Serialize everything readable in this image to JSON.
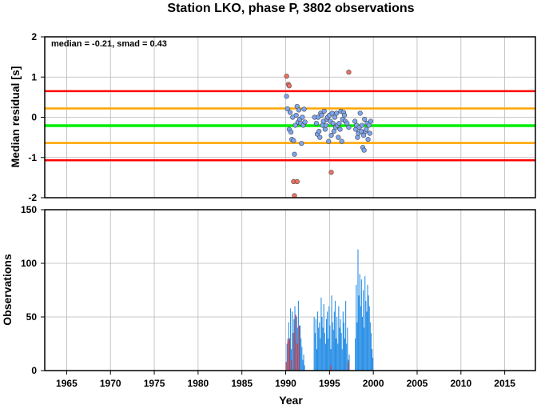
{
  "chart_data": [
    {
      "type": "scatter",
      "title": "Station LKO, phase P, 3802 observations",
      "annotation": "median = -0.21, smad = 0.43",
      "ylabel": "Median residual [s]",
      "xlim": [
        1962.5,
        2018.5
      ],
      "ylim": [
        -2,
        2
      ],
      "y_ticks": [
        2,
        1,
        0,
        -1,
        -2
      ],
      "grid": true,
      "reference_lines": [
        {
          "value": -0.21,
          "color": "#00ee00",
          "role": "median"
        },
        {
          "value": 0.22,
          "color": "#ffa500",
          "role": "median+1smad"
        },
        {
          "value": -0.64,
          "color": "#ffa500",
          "role": "median-1smad"
        },
        {
          "value": 0.65,
          "color": "#ff0000",
          "role": "median+2smad"
        },
        {
          "value": -1.07,
          "color": "#ff0000",
          "role": "median-2smad"
        }
      ],
      "series": [
        {
          "color": "#7ea6f0",
          "points": [
            [
              1990.1,
              0.52
            ],
            [
              1990.2,
              0.21
            ],
            [
              1990.4,
              -0.3
            ],
            [
              1990.5,
              0.12
            ],
            [
              1990.6,
              -0.37
            ],
            [
              1990.7,
              -0.55
            ],
            [
              1990.8,
              0.0
            ],
            [
              1990.9,
              -0.58
            ],
            [
              1991.0,
              -0.92
            ],
            [
              1991.1,
              -0.2
            ],
            [
              1991.2,
              0.05
            ],
            [
              1991.3,
              0.27
            ],
            [
              1991.4,
              -0.12
            ],
            [
              1991.5,
              0.18
            ],
            [
              1991.6,
              -0.05
            ],
            [
              1991.7,
              -0.15
            ],
            [
              1991.8,
              -0.65
            ],
            [
              1991.9,
              0.0
            ],
            [
              1992.0,
              -0.2
            ],
            [
              1992.1,
              0.2
            ],
            [
              1992.2,
              -0.12
            ],
            [
              1993.3,
              0.0
            ],
            [
              1993.5,
              -0.15
            ],
            [
              1993.6,
              -0.42
            ],
            [
              1993.7,
              0.0
            ],
            [
              1993.8,
              -0.35
            ],
            [
              1993.9,
              -0.5
            ],
            [
              1994.0,
              0.1
            ],
            [
              1994.1,
              0.05
            ],
            [
              1994.2,
              -0.2
            ],
            [
              1994.3,
              -0.1
            ],
            [
              1994.4,
              0.15
            ],
            [
              1994.5,
              -0.3
            ],
            [
              1994.6,
              -0.2
            ],
            [
              1994.7,
              -0.05
            ],
            [
              1994.8,
              0.0
            ],
            [
              1994.9,
              -0.6
            ],
            [
              1995.0,
              0.05
            ],
            [
              1995.1,
              -0.1
            ],
            [
              1995.2,
              -0.45
            ],
            [
              1995.3,
              0.1
            ],
            [
              1995.4,
              -0.15
            ],
            [
              1995.5,
              -0.35
            ],
            [
              1995.6,
              0.0
            ],
            [
              1995.7,
              -0.25
            ],
            [
              1995.8,
              0.1
            ],
            [
              1995.9,
              -0.2
            ],
            [
              1996.0,
              -0.5
            ],
            [
              1996.1,
              -0.15
            ],
            [
              1996.2,
              -0.3
            ],
            [
              1996.3,
              0.15
            ],
            [
              1996.4,
              -0.6
            ],
            [
              1996.5,
              -0.05
            ],
            [
              1996.6,
              0.12
            ],
            [
              1996.7,
              0.05
            ],
            [
              1996.8,
              -0.1
            ],
            [
              1997.0,
              -0.15
            ],
            [
              1997.2,
              -0.25
            ],
            [
              1997.9,
              -0.1
            ],
            [
              1998.0,
              -0.3
            ],
            [
              1998.1,
              -0.2
            ],
            [
              1998.2,
              -0.5
            ],
            [
              1998.3,
              -0.4
            ],
            [
              1998.4,
              -0.25
            ],
            [
              1998.5,
              0.1
            ],
            [
              1998.6,
              -0.35
            ],
            [
              1998.7,
              -0.2
            ],
            [
              1998.8,
              -0.75
            ],
            [
              1998.9,
              -0.45
            ],
            [
              1999.0,
              -0.05
            ],
            [
              1999.1,
              -0.35
            ],
            [
              1999.2,
              -0.3
            ],
            [
              1999.3,
              -0.15
            ],
            [
              1999.4,
              -0.55
            ],
            [
              1999.5,
              -0.2
            ],
            [
              1999.6,
              -0.4
            ],
            [
              1999.7,
              -0.1
            ],
            [
              1998.95,
              -0.82
            ]
          ]
        },
        {
          "color": "#f07060",
          "points": [
            [
              1990.1,
              1.02
            ],
            [
              1990.3,
              0.82
            ],
            [
              1990.4,
              0.78
            ],
            [
              1990.9,
              -1.6
            ],
            [
              1991.0,
              -1.95
            ],
            [
              1991.3,
              -1.6
            ],
            [
              1995.2,
              -1.37
            ],
            [
              1997.2,
              1.12
            ]
          ]
        }
      ]
    },
    {
      "type": "bar",
      "xlabel": "Year",
      "ylabel": "Observations",
      "xlim": [
        1962.5,
        2018.5
      ],
      "ylim": [
        0,
        150
      ],
      "x_ticks": [
        1965,
        1970,
        1975,
        1980,
        1985,
        1990,
        1995,
        2000,
        2005,
        2010,
        2015
      ],
      "y_ticks": [
        150,
        100,
        50,
        0
      ],
      "grid": true,
      "series": [
        {
          "color": "#2b90e6",
          "bars": [
            [
              1990.0,
              8
            ],
            [
              1990.1,
              25
            ],
            [
              1990.2,
              30
            ],
            [
              1990.3,
              45
            ],
            [
              1990.4,
              12
            ],
            [
              1990.5,
              58
            ],
            [
              1990.6,
              20
            ],
            [
              1990.7,
              55
            ],
            [
              1990.8,
              35
            ],
            [
              1990.9,
              48
            ],
            [
              1991.0,
              60
            ],
            [
              1991.1,
              28
            ],
            [
              1991.2,
              50
            ],
            [
              1991.3,
              40
            ],
            [
              1991.4,
              65
            ],
            [
              1991.5,
              18
            ],
            [
              1991.6,
              42
            ],
            [
              1991.7,
              30
            ],
            [
              1991.8,
              22
            ],
            [
              1991.9,
              10
            ],
            [
              1992.0,
              15
            ],
            [
              1992.1,
              5
            ],
            [
              1993.2,
              50
            ],
            [
              1993.3,
              35
            ],
            [
              1993.4,
              48
            ],
            [
              1993.5,
              20
            ],
            [
              1993.6,
              55
            ],
            [
              1993.7,
              40
            ],
            [
              1993.8,
              45
            ],
            [
              1993.9,
              30
            ],
            [
              1994.0,
              68
            ],
            [
              1994.1,
              50
            ],
            [
              1994.2,
              40
            ],
            [
              1994.3,
              62
            ],
            [
              1994.4,
              35
            ],
            [
              1994.5,
              25
            ],
            [
              1994.6,
              48
            ],
            [
              1994.7,
              55
            ],
            [
              1994.8,
              30
            ],
            [
              1994.9,
              60
            ],
            [
              1995.0,
              42
            ],
            [
              1995.1,
              20
            ],
            [
              1995.2,
              70
            ],
            [
              1995.3,
              45
            ],
            [
              1995.4,
              38
            ],
            [
              1995.5,
              55
            ],
            [
              1995.6,
              65
            ],
            [
              1995.7,
              30
            ],
            [
              1995.8,
              50
            ],
            [
              1995.9,
              25
            ],
            [
              1996.0,
              60
            ],
            [
              1996.1,
              40
            ],
            [
              1996.2,
              48
            ],
            [
              1996.3,
              35
            ],
            [
              1996.4,
              20
            ],
            [
              1996.5,
              55
            ],
            [
              1996.6,
              45
            ],
            [
              1996.7,
              30
            ],
            [
              1996.8,
              65
            ],
            [
              1996.9,
              25
            ],
            [
              1997.0,
              40
            ],
            [
              1997.1,
              10
            ],
            [
              1997.2,
              15
            ],
            [
              1997.9,
              30
            ],
            [
              1998.0,
              80
            ],
            [
              1998.1,
              45
            ],
            [
              1998.2,
              113
            ],
            [
              1998.3,
              70
            ],
            [
              1998.4,
              90
            ],
            [
              1998.5,
              60
            ],
            [
              1998.6,
              85
            ],
            [
              1998.7,
              50
            ],
            [
              1998.8,
              75
            ],
            [
              1998.9,
              40
            ],
            [
              1999.0,
              88
            ],
            [
              1999.1,
              65
            ],
            [
              1999.2,
              55
            ],
            [
              1999.3,
              80
            ],
            [
              1999.4,
              70
            ],
            [
              1999.5,
              60
            ],
            [
              1999.6,
              45
            ],
            [
              1999.7,
              35
            ],
            [
              1999.8,
              20
            ],
            [
              1999.9,
              12
            ]
          ]
        },
        {
          "color": "#e03030",
          "bars": [
            [
              1990.0,
              8
            ],
            [
              1990.2,
              28
            ],
            [
              1990.4,
              30
            ],
            [
              1990.6,
              10
            ],
            [
              1990.9,
              35
            ],
            [
              1991.1,
              52
            ],
            [
              1991.3,
              25
            ],
            [
              1991.5,
              42
            ],
            [
              1995.1,
              5
            ],
            [
              1997.1,
              8
            ]
          ]
        }
      ]
    }
  ]
}
